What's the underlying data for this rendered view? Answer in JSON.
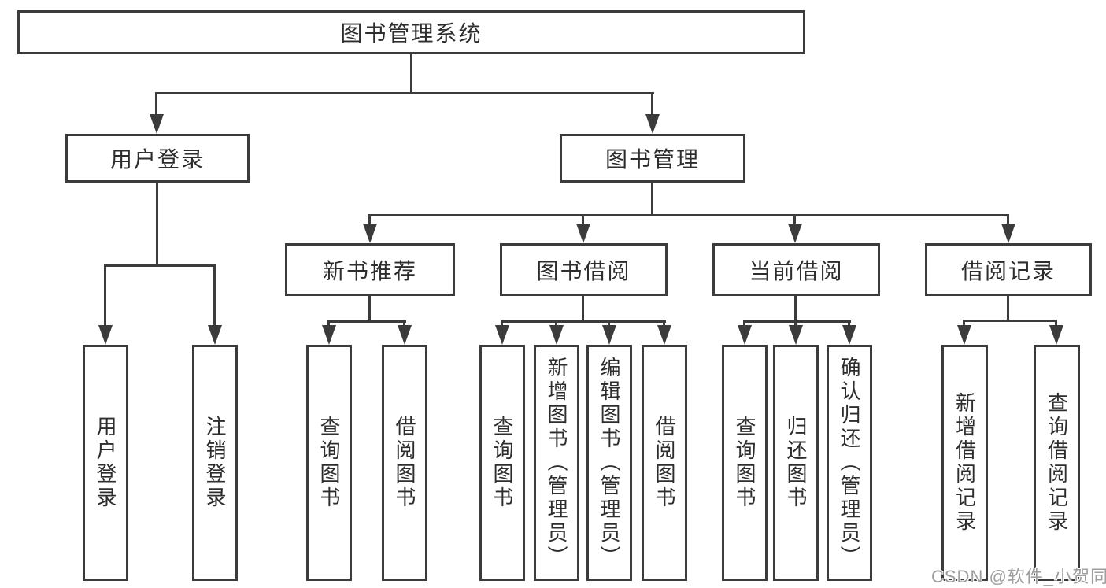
{
  "nodes": {
    "root": "图书管理系统",
    "login": {
      "label": "用户登录",
      "children": [
        "用户登录",
        "注销登录"
      ]
    },
    "mgmt": {
      "label": "图书管理"
    },
    "groups": [
      {
        "label": "新书推荐",
        "children": [
          "查询图书",
          "借阅图书"
        ]
      },
      {
        "label": "图书借阅",
        "children": [
          "查询图书",
          "新增图书（管理员）",
          "编辑图书（管理员）",
          "借阅图书"
        ]
      },
      {
        "label": "当前借阅",
        "children": [
          "查询图书",
          "归还图书",
          "确认归还（管理员）"
        ]
      },
      {
        "label": "借阅记录",
        "children": [
          "新增借阅记录",
          "查询借阅记录"
        ]
      }
    ]
  },
  "watermark": "CSDN @软件_小贺同学",
  "colors": {
    "line": "#3b3b3b",
    "text": "#2d2d2d",
    "watermark": "#9e9e9e",
    "background": "#ffffff"
  }
}
